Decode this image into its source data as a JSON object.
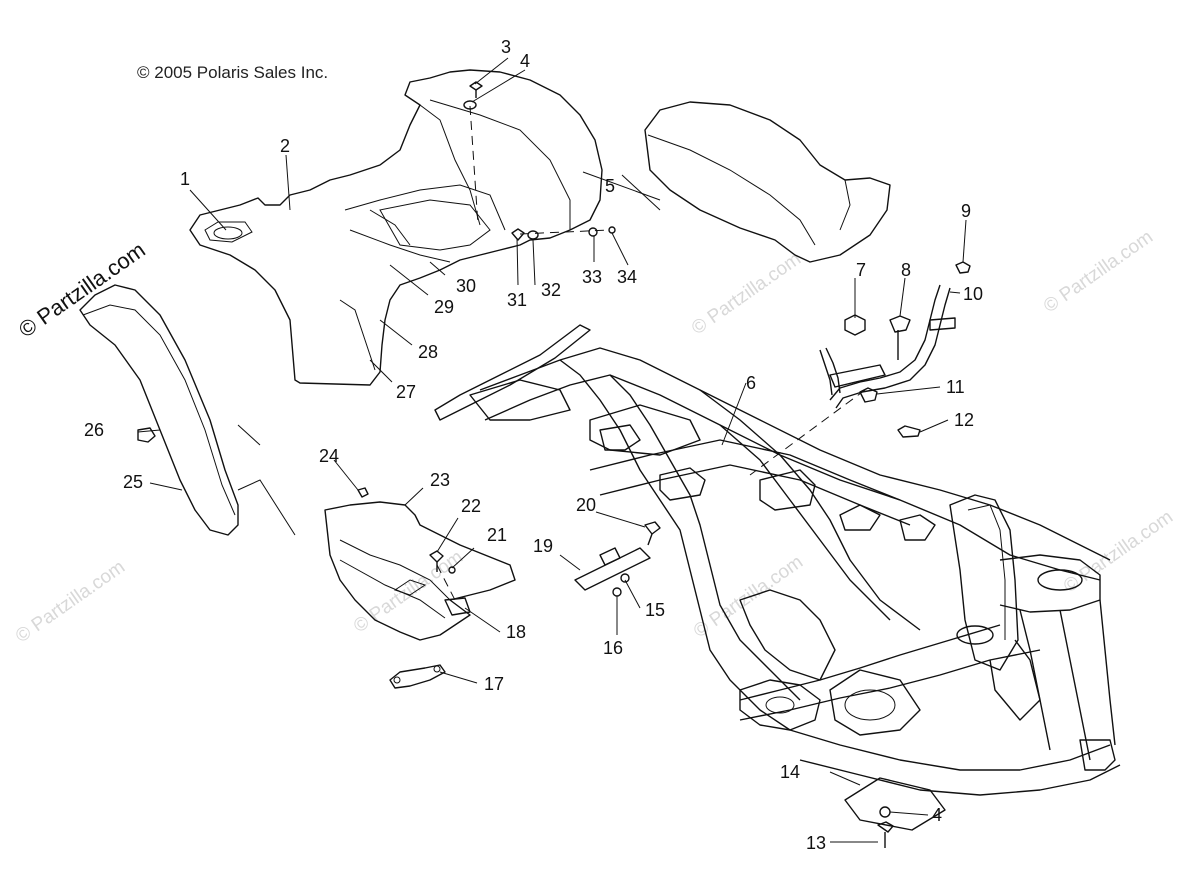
{
  "copyright": "© 2005 Polaris Sales Inc.",
  "watermark": "© Partzilla.com",
  "callouts": [
    "1",
    "2",
    "3",
    "4",
    "5",
    "6",
    "7",
    "8",
    "9",
    "10",
    "11",
    "12",
    "13",
    "14",
    "4",
    "15",
    "16",
    "17",
    "18",
    "19",
    "20",
    "21",
    "22",
    "23",
    "24",
    "25",
    "26",
    "27",
    "28",
    "29",
    "30",
    "31",
    "32",
    "33",
    "34"
  ]
}
